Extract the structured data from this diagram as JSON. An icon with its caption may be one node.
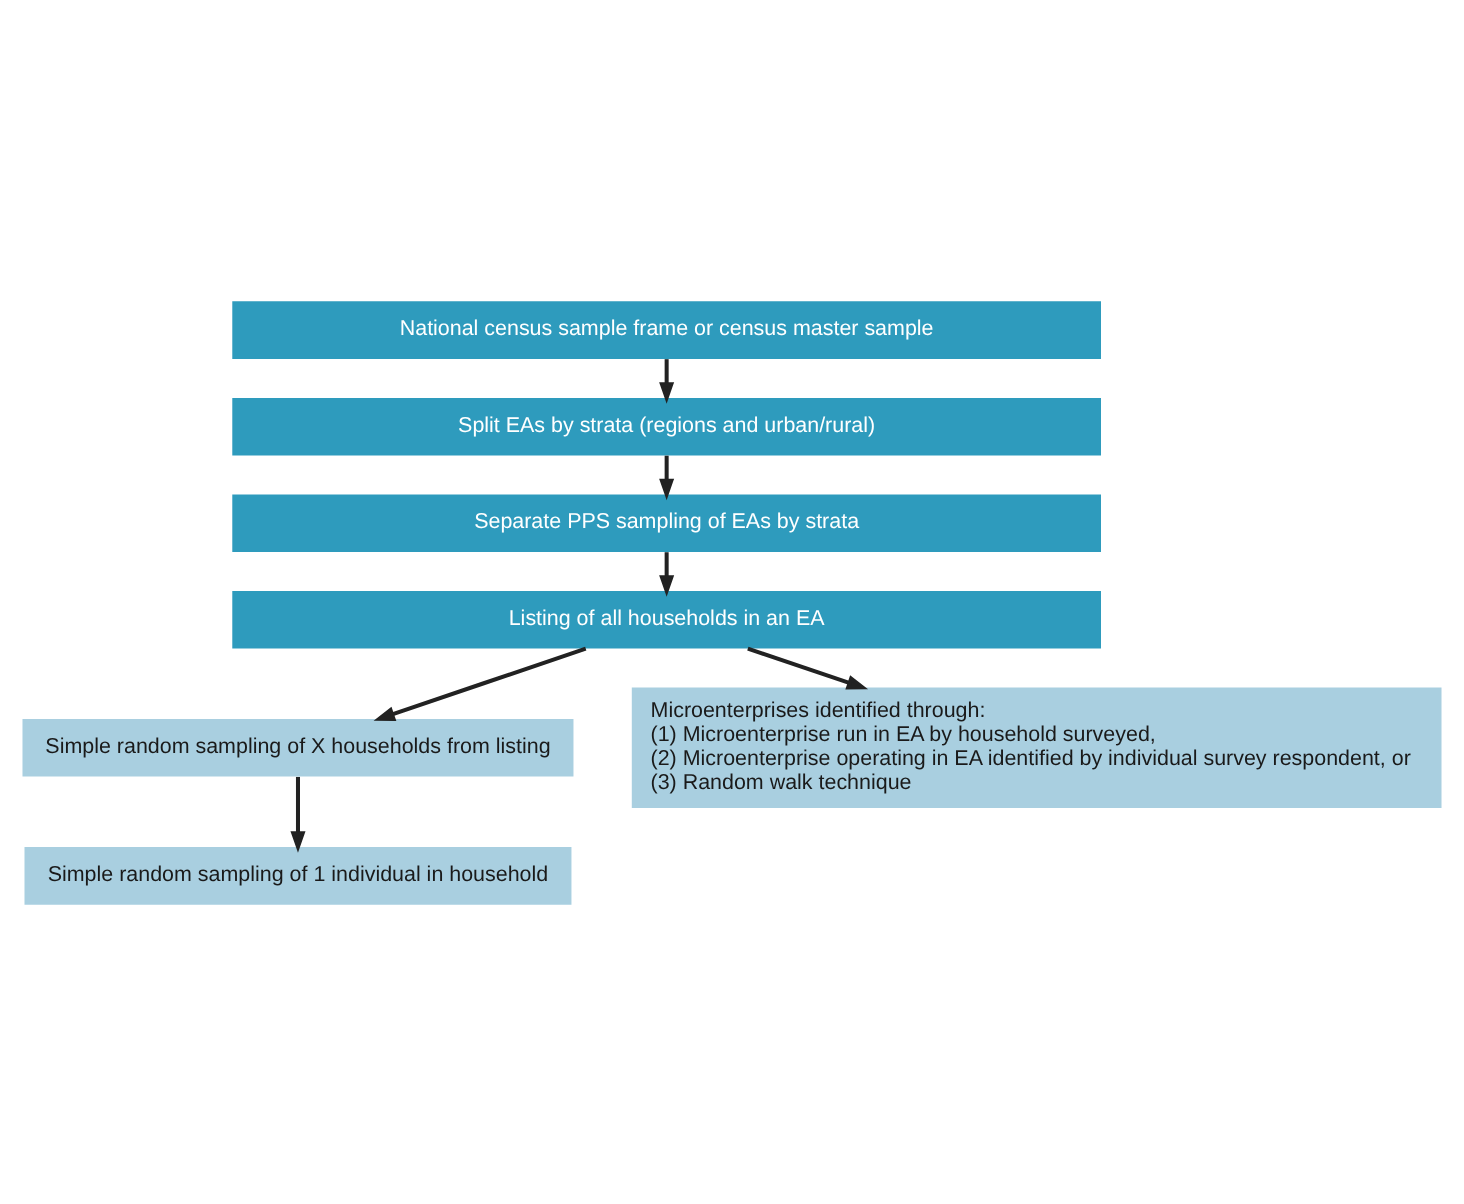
{
  "diagram": {
    "nodes": [
      {
        "text": [
          "National census sample frame or census master sample"
        ]
      },
      {
        "text": [
          "Split EAs by strata (regions and urban/rural)"
        ]
      },
      {
        "text": [
          "Separate PPS sampling of EAs by strata"
        ]
      },
      {
        "text": [
          "Listing of all households in an EA"
        ]
      },
      {
        "text": [
          "Simple random sampling of X households from listing"
        ]
      },
      {
        "text": [
          "Simple random sampling of 1 individual in household"
        ]
      },
      {
        "text": [
          "Microenterprises identified through:",
          "(1) Microenterprise run in EA by household surveyed,",
          "(2) Microenterprise operating in EA identified by individual survey respondent, or",
          "(3) Random walk technique"
        ]
      }
    ],
    "edges": [
      {
        "from": 0,
        "to": 1,
        "arrow": "to"
      },
      {
        "from": 1,
        "to": 2,
        "arrow": "to"
      },
      {
        "from": 2,
        "to": 3,
        "arrow": "to"
      },
      {
        "from": 3,
        "to": 4,
        "arrow": "to"
      },
      {
        "from": 3,
        "to": 6,
        "arrow": "to"
      },
      {
        "from": 4,
        "to": 5,
        "arrow": "to"
      }
    ]
  }
}
